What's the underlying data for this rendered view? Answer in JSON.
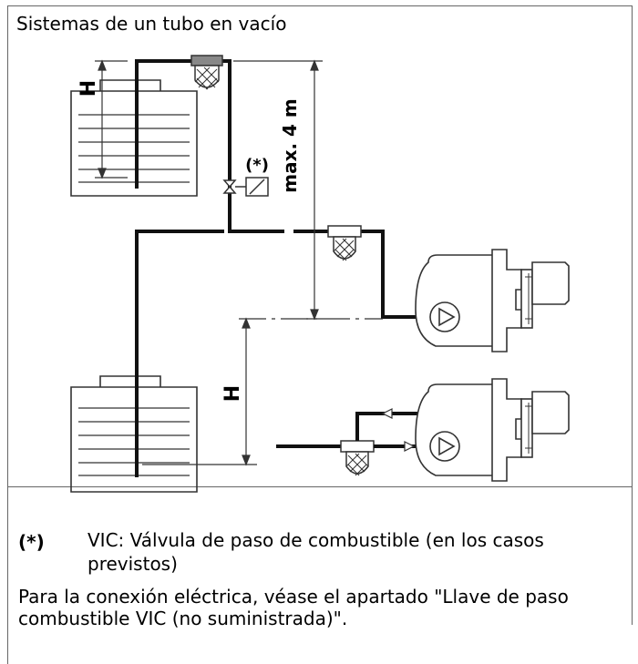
{
  "title": "Sistemas de un tubo en vacío",
  "diagram": {
    "label_h": "H",
    "label_asterisk": "(*)",
    "label_max": "max. 4 m"
  },
  "note": {
    "key": "(*)",
    "text": "VIC: Válvula de paso de combustible (en los casos previstos)"
  },
  "paragraph": "Para la conexión eléctrica, véase el apartado \"Llave de paso combustible VIC (no suministrada)\"."
}
